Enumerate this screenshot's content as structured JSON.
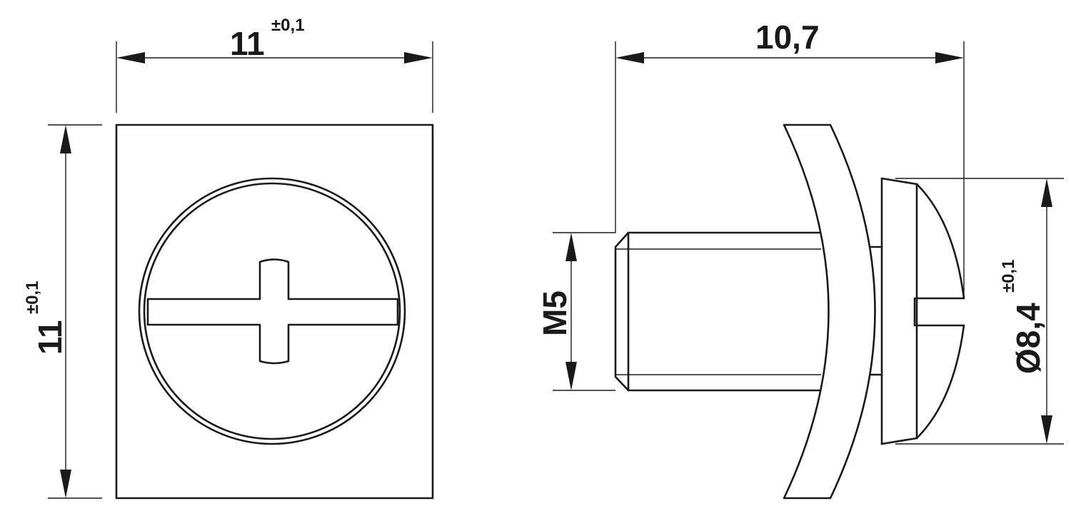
{
  "front_view": {
    "width_dimension": {
      "value": "11",
      "tolerance": "±0,1"
    },
    "height_dimension": {
      "value": "11",
      "tolerance": "±0,1"
    }
  },
  "side_view": {
    "length_dimension": "10,7",
    "thread_dimension": "M5",
    "head_diameter_dimension": {
      "value": "Ø8,4",
      "tolerance": "±0,1"
    }
  },
  "colors": {
    "line": "#1a1a1a",
    "background": "#ffffff"
  }
}
